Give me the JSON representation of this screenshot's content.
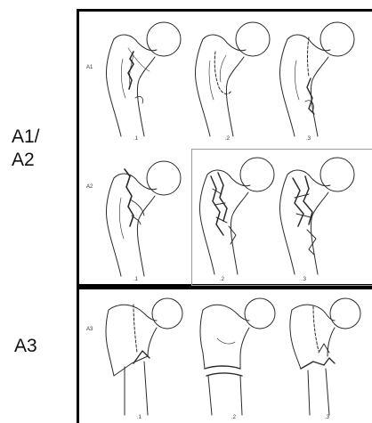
{
  "side_labels": {
    "group_1": "A1/\nA2",
    "group_2": "A3"
  },
  "rows": [
    {
      "tag": "A1",
      "figures": [
        ".1",
        ".2",
        ".3"
      ]
    },
    {
      "tag": "A2",
      "figures": [
        ".1",
        ".2",
        ".3"
      ]
    },
    {
      "tag": "A3",
      "figures": [
        ".1",
        ".2",
        ".3"
      ]
    }
  ],
  "colors": {
    "frame": "#000000",
    "line_art": "#2a2a2a",
    "inset_border": "#9a9a9a"
  }
}
